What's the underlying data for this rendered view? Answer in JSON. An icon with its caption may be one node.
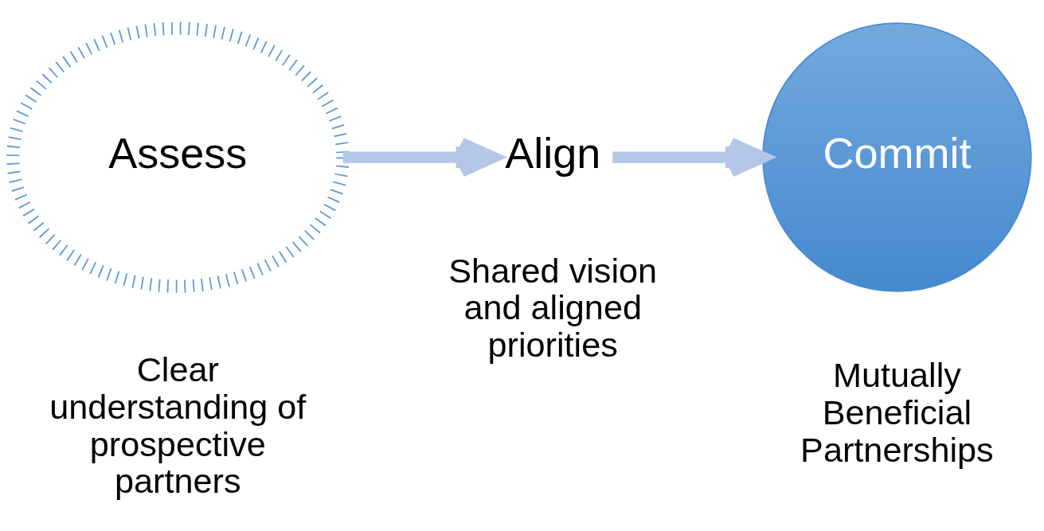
{
  "diagram": {
    "nodes": [
      {
        "text": [
          "Assess"
        ],
        "beside": [
          "Clear understanding of prospective partners"
        ]
      },
      {
        "text": [
          "Align"
        ],
        "beside": [
          "Shared vision and aligned priorities"
        ]
      },
      {
        "text": [
          "Commit"
        ],
        "beside": [
          "Mutually Beneficial Partnerships"
        ]
      }
    ],
    "edges": [
      {
        "from": 0,
        "to": 1,
        "arrow": "to"
      },
      {
        "from": 1,
        "to": 2,
        "arrow": "to"
      }
    ]
  }
}
